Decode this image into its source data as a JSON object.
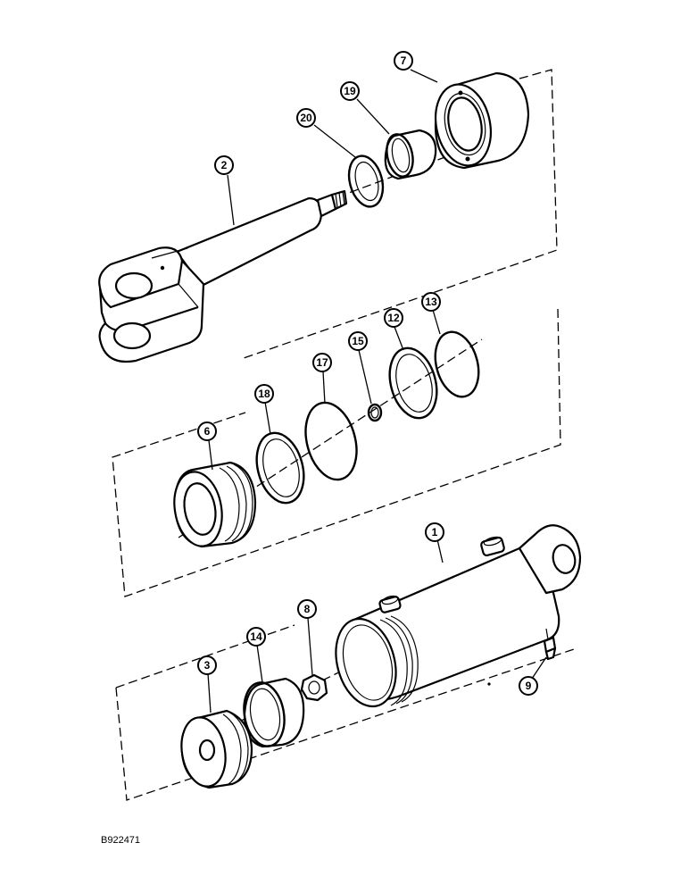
{
  "drawing_code": "B922471",
  "callouts": [
    {
      "id": "7",
      "label": "7"
    },
    {
      "id": "19",
      "label": "19"
    },
    {
      "id": "20",
      "label": "20"
    },
    {
      "id": "2",
      "label": "2"
    },
    {
      "id": "13",
      "label": "13"
    },
    {
      "id": "12",
      "label": "12"
    },
    {
      "id": "15",
      "label": "15"
    },
    {
      "id": "17",
      "label": "17"
    },
    {
      "id": "18",
      "label": "18"
    },
    {
      "id": "6",
      "label": "6"
    },
    {
      "id": "1",
      "label": "1"
    },
    {
      "id": "8",
      "label": "8"
    },
    {
      "id": "14",
      "label": "14"
    },
    {
      "id": "3",
      "label": "3"
    },
    {
      "id": "9",
      "label": "9"
    }
  ]
}
